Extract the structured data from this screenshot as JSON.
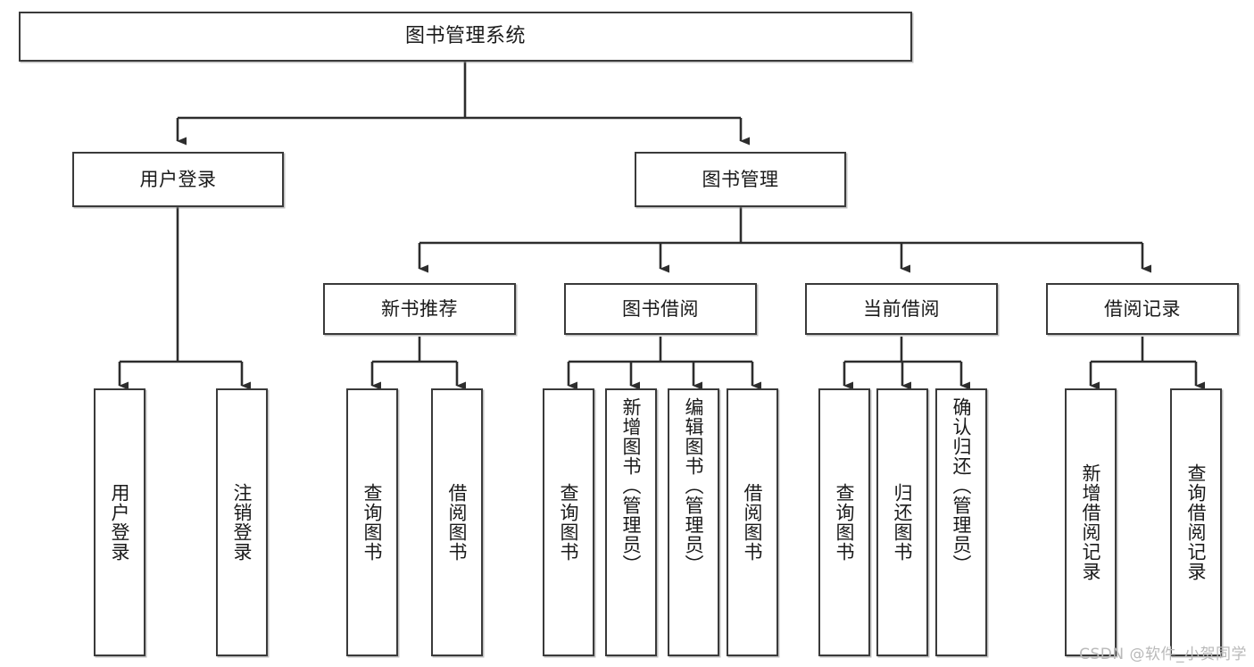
{
  "diagram": {
    "title": "图书管理系统",
    "type": "tree",
    "stroke_color": "#3a3a3a",
    "fill_color": "#ffffff",
    "text_color": "#1a1a1a"
  },
  "watermark": {
    "text": "CSDN @软件_小贺同学",
    "color": "#b9b9b9"
  },
  "nodes": {
    "root": {
      "label": "图书管理系统",
      "level": 0
    },
    "level1": [
      {
        "id": "user-login",
        "label": "用户登录"
      },
      {
        "id": "book-management",
        "label": "图书管理"
      }
    ],
    "level2": [
      {
        "id": "new-book-recommend",
        "label": "新书推荐",
        "parent": "book-management"
      },
      {
        "id": "book-borrow",
        "label": "图书借阅",
        "parent": "book-management"
      },
      {
        "id": "current-borrow",
        "label": "当前借阅",
        "parent": "book-management"
      },
      {
        "id": "borrow-record",
        "label": "借阅记录",
        "parent": "book-management"
      }
    ],
    "leaves": [
      {
        "id": "leaf-user-login",
        "label": "用户登录",
        "parent": "user-login"
      },
      {
        "id": "leaf-logout",
        "label": "注销登录",
        "parent": "user-login"
      },
      {
        "id": "leaf-query-book-1",
        "label": "查询图书",
        "parent": "new-book-recommend"
      },
      {
        "id": "leaf-borrow-book-1",
        "label": "借阅图书",
        "parent": "new-book-recommend"
      },
      {
        "id": "leaf-query-book-2",
        "label": "查询图书",
        "parent": "book-borrow"
      },
      {
        "id": "leaf-add-book",
        "label": "新增图书（管理员）",
        "parent": "book-borrow"
      },
      {
        "id": "leaf-edit-book",
        "label": "编辑图书（管理员）",
        "parent": "book-borrow"
      },
      {
        "id": "leaf-borrow-book-2",
        "label": "借阅图书",
        "parent": "book-borrow"
      },
      {
        "id": "leaf-query-book-3",
        "label": "查询图书",
        "parent": "current-borrow"
      },
      {
        "id": "leaf-return-book",
        "label": "归还图书",
        "parent": "current-borrow"
      },
      {
        "id": "leaf-confirm-return",
        "label": "确认归还（管理员）",
        "parent": "current-borrow"
      },
      {
        "id": "leaf-add-record",
        "label": "新增借阅记录",
        "parent": "borrow-record"
      },
      {
        "id": "leaf-query-record",
        "label": "查询借阅记录",
        "parent": "borrow-record"
      }
    ]
  }
}
